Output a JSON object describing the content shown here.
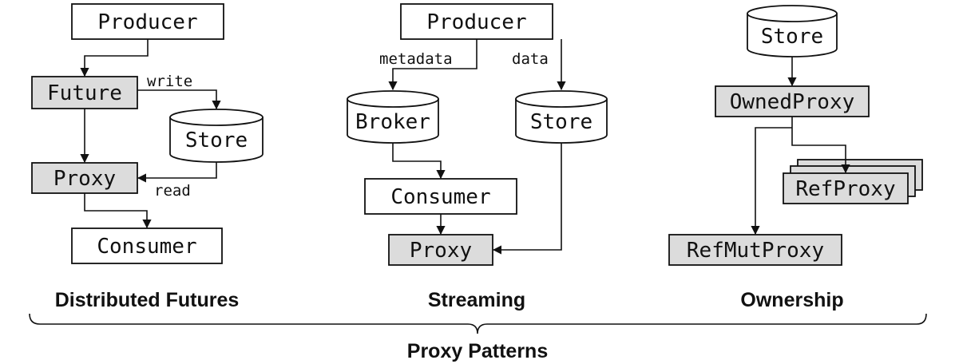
{
  "panels": {
    "futures": {
      "title": "Distributed Futures",
      "producer": "Producer",
      "future": "Future",
      "store": "Store",
      "proxy": "Proxy",
      "consumer": "Consumer",
      "write_label": "write",
      "read_label": "read"
    },
    "streaming": {
      "title": "Streaming",
      "producer": "Producer",
      "broker": "Broker",
      "store": "Store",
      "consumer": "Consumer",
      "proxy": "Proxy",
      "metadata_label": "metadata",
      "data_label": "data"
    },
    "ownership": {
      "title": "Ownership",
      "store": "Store",
      "owned_proxy": "OwnedProxy",
      "ref_proxy": "RefProxy",
      "ref_mut_proxy": "RefMutProxy"
    }
  },
  "footer": {
    "title": "Proxy Patterns"
  },
  "colors": {
    "gray_box": "#dcdcdc",
    "white_box": "#ffffff",
    "stroke": "#111111"
  }
}
